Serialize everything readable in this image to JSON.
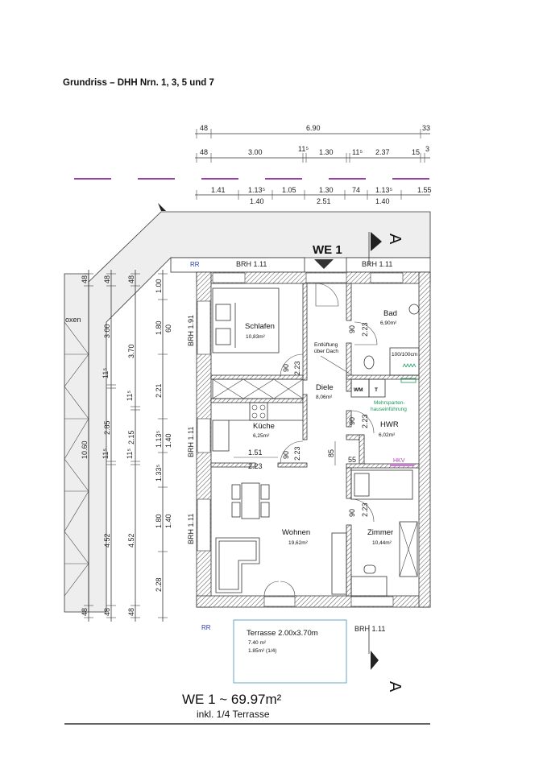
{
  "page": {
    "title": "Grundriss – DHH Nrn. 1, 3, 5 und 7"
  },
  "plan": {
    "unit_label": "WE 1",
    "total_area": "WE 1 ~ 69.97m²",
    "total_note": "inkl. 1/4 Terrasse",
    "section_marker": "A",
    "rr_label": "RR",
    "rooms": [
      {
        "name": "Schlafen",
        "area": "10,83m²"
      },
      {
        "name": "Bad",
        "area": "6,90m²"
      },
      {
        "name": "Diele",
        "area": "8,06m²"
      },
      {
        "name": "Küche",
        "area": "6,25m²"
      },
      {
        "name": "HWR",
        "area": "6,02m²"
      },
      {
        "name": "Wohnen",
        "area": "19,62m²"
      },
      {
        "name": "Zimmer",
        "area": "10,44m²"
      }
    ],
    "terrace": {
      "title": "Terrasse 2.00x3.70m",
      "area": "7.40 m²",
      "quarter": "1.85m² (1/4)"
    },
    "annotations": {
      "ventilation_1": "Entlüftung",
      "ventilation_2": "über Dach",
      "shower": "100/100cm",
      "wm": "WM",
      "t": "T",
      "utility_1": "Mehrsparten-",
      "utility_2": "hauseinführung",
      "hkv": "HKV",
      "boxen": "oxen"
    },
    "brh": {
      "top_left": "BRH  1.11",
      "top_right": "BRH  1.11",
      "left_1": "BRH  1.91",
      "left_2": "BRH  1.11",
      "left_3": "BRH  1.11",
      "bottom_right": "BRH  1.11"
    },
    "dims_top": {
      "row1": [
        "48",
        "6.90",
        "33"
      ],
      "row2": [
        "48",
        "3.00",
        "11⁵",
        "1.30",
        "11⁵",
        "2.37",
        "15",
        "3"
      ],
      "row3_top": [
        "1.41",
        "1.13⁵",
        "1.05",
        "1.30",
        "74",
        "1.13⁵",
        "1.55"
      ],
      "row3_bottom": [
        "1.40",
        "2.51",
        "1.40"
      ]
    },
    "dims_left": {
      "col1": [
        "48",
        "10.60",
        "48"
      ],
      "col2": [
        "48",
        "3.00",
        "11⁵",
        "2.85",
        "11⁵",
        "4.52",
        "48"
      ],
      "col3": [
        "48",
        "3.70",
        "11⁵",
        "2.15",
        "11⁵",
        "4.52",
        "48"
      ],
      "col4_left": [
        "1.00",
        "1.80",
        "2.21",
        "1.13⁵",
        "1.33⁵",
        "1.80",
        "2.28"
      ],
      "col4_right": [
        "60",
        "1.40",
        "1.40"
      ]
    },
    "dims_inner": {
      "door": "90",
      "door_height": "2.23",
      "kitchen_w": "1.51",
      "kitchen_w2": "2.23",
      "hwr_85": "85",
      "hwr_55": "55"
    }
  }
}
